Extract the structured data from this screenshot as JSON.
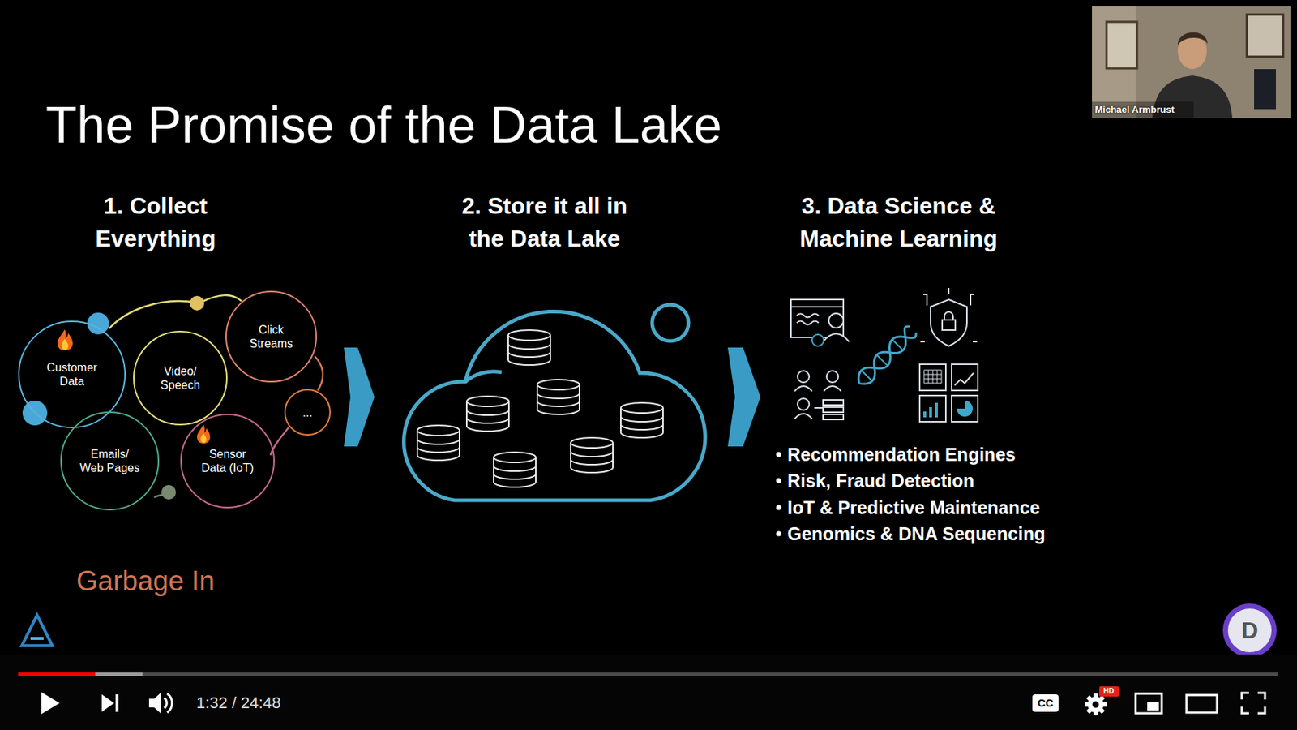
{
  "diagram": {
    "title": "The Promise of the Data Lake",
    "nodes": [
      {
        "text": [
          "Customer Data"
        ]
      },
      {
        "text": [
          "Video/ Speech"
        ]
      },
      {
        "text": [
          "Click Streams"
        ]
      },
      {
        "text": [
          "Emails/ Web Pages"
        ]
      },
      {
        "text": [
          "Sensor Data (IoT)"
        ]
      },
      {
        "text": [
          "..."
        ]
      }
    ],
    "labels": [
      "1. Collect Everything",
      "2. Store it all in the Data Lake",
      "3. Data Science & Machine Learning",
      "Recommendation Engines",
      "Risk, Fraud Detection",
      "IoT & Predictive Maintenance",
      "Genomics & DNA Sequencing",
      "Garbage In",
      "Michael Armbrust",
      "1:32 / 24:48",
      "CC",
      "HD",
      "D"
    ]
  }
}
